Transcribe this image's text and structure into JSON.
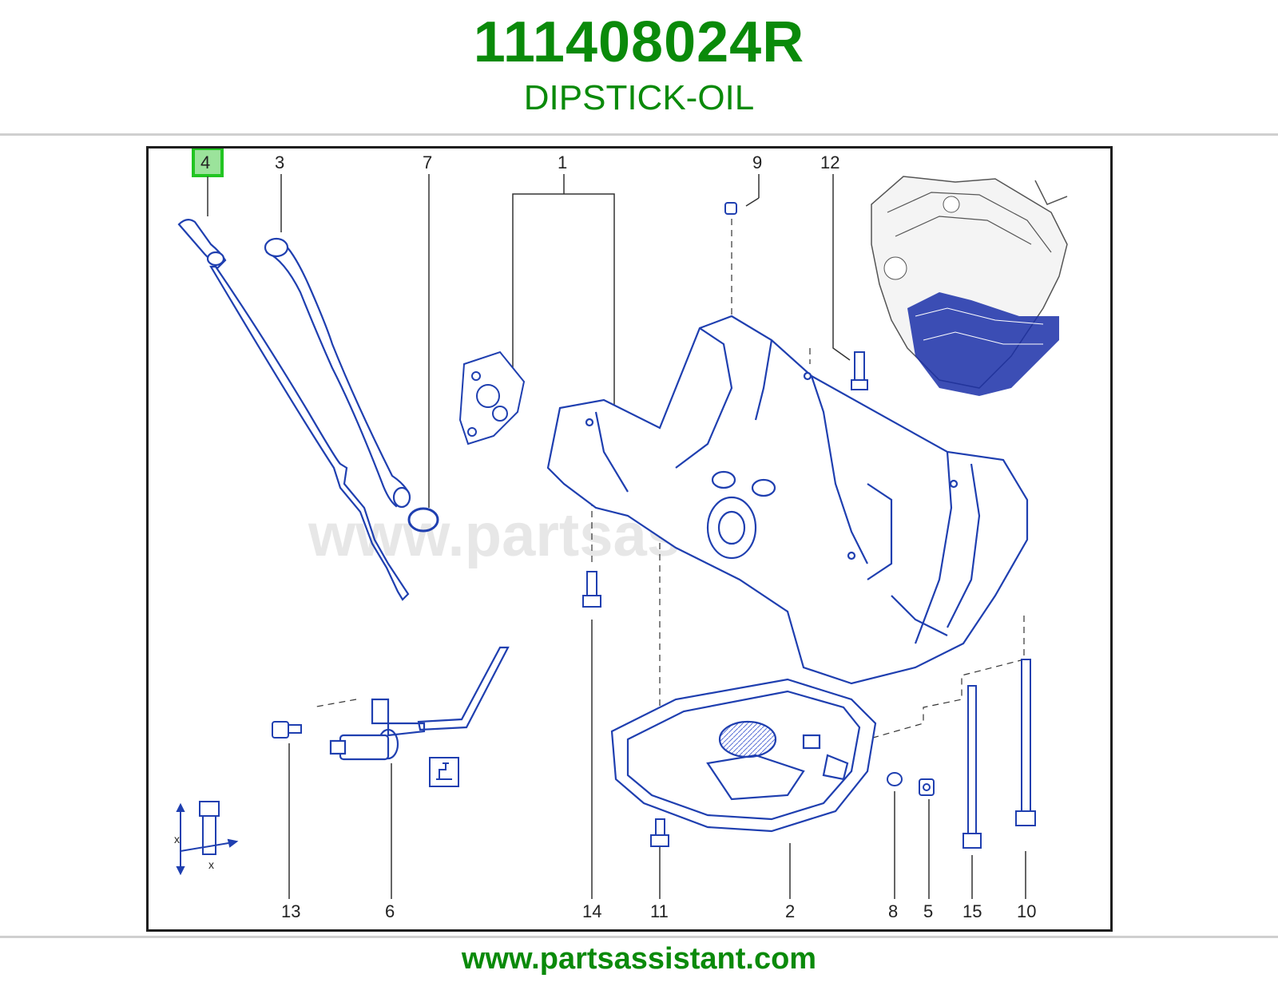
{
  "header": {
    "part_number": "111408024R",
    "part_name": "DIPSTICK-OIL"
  },
  "diagram": {
    "watermark": "www.partsassistant.com",
    "highlighted_callout": "4",
    "callouts": [
      "4",
      "3",
      "7",
      "1",
      "9",
      "12",
      "13",
      "6",
      "14",
      "11",
      "2",
      "8",
      "5",
      "15",
      "10"
    ],
    "fastener_dimension_label": "x"
  },
  "footer": {
    "website": "www.partsassistant.com"
  },
  "colors": {
    "brand_green": "#0a8a0a",
    "line_blue": "#1f3fb0",
    "highlight_green": "#22c522",
    "engine_fill": "#1a2fa8"
  }
}
